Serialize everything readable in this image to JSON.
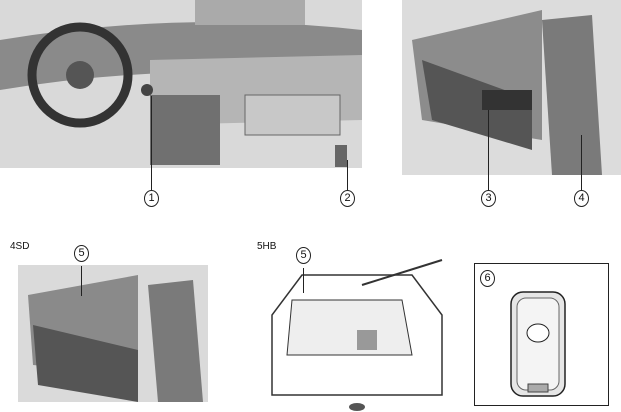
{
  "figures": {
    "callouts": [
      "1",
      "2",
      "3",
      "4",
      "5",
      "5",
      "6"
    ],
    "variants": {
      "sedan": "4SD",
      "hatchback": "5HB"
    }
  }
}
